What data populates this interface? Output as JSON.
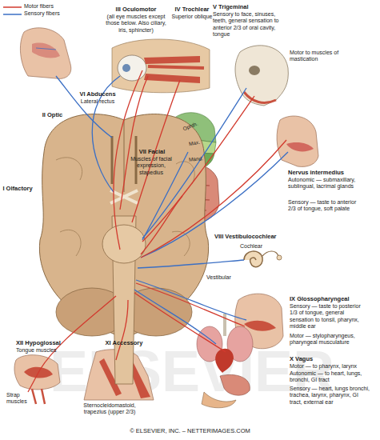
{
  "diagram": {
    "labels": [
      "I Olfactory",
      "II Optic",
      "III Oculomotor",
      "(all eye muscles except those below. Also ciliary, iris, sphincter)",
      "IV Trochlear",
      "Superior oblique",
      "V Trigeminal",
      "Sensory to face, sinuses, teeth, general sensation to anterior 2/3 of oral cavity, tongue",
      "Motor to muscles of mastication",
      "VI Abducens",
      "Lateral rectus",
      "Ophth.",
      "Max.",
      "Mand.",
      "VII Facial",
      "Muscles of facial expression, stapedius",
      "Nervus intermedius",
      "Autonomic — submaxillary, sublingual, lacrimal glands",
      "Sensory — taste to anterior 2/3 of tongue, soft palate",
      "VIII Vestibulocochlear",
      "Cochlear",
      "Vestibular",
      "IX Glossopharyngeal",
      "Sensory — taste to posterior 1/3 of tongue, general sensation to tonsil, pharynx, middle ear",
      "Motor — stylopharyngeus, pharyngeal musculature",
      "X Vagus",
      "Motor — to pharynx, larynx",
      "Autonomic — to heart, lungs, bronchi, GI tract",
      "Sensory — heart, lungs bronchi, trachea, larynx, pharynx, GI tract, external ear",
      "XII Hypoglossal",
      "Tongue muscles",
      "XI Accessory",
      "Strap muscles",
      "Sternocleidomastoid, trapezius (upper 2/3)",
      "© ELSEVIER, INC. – NETTERIMAGES.COM",
      "ELSEVIER"
    ],
    "legend": [
      {
        "text": "Motor fibers"
      },
      {
        "text": "Sensory fibers"
      }
    ]
  }
}
